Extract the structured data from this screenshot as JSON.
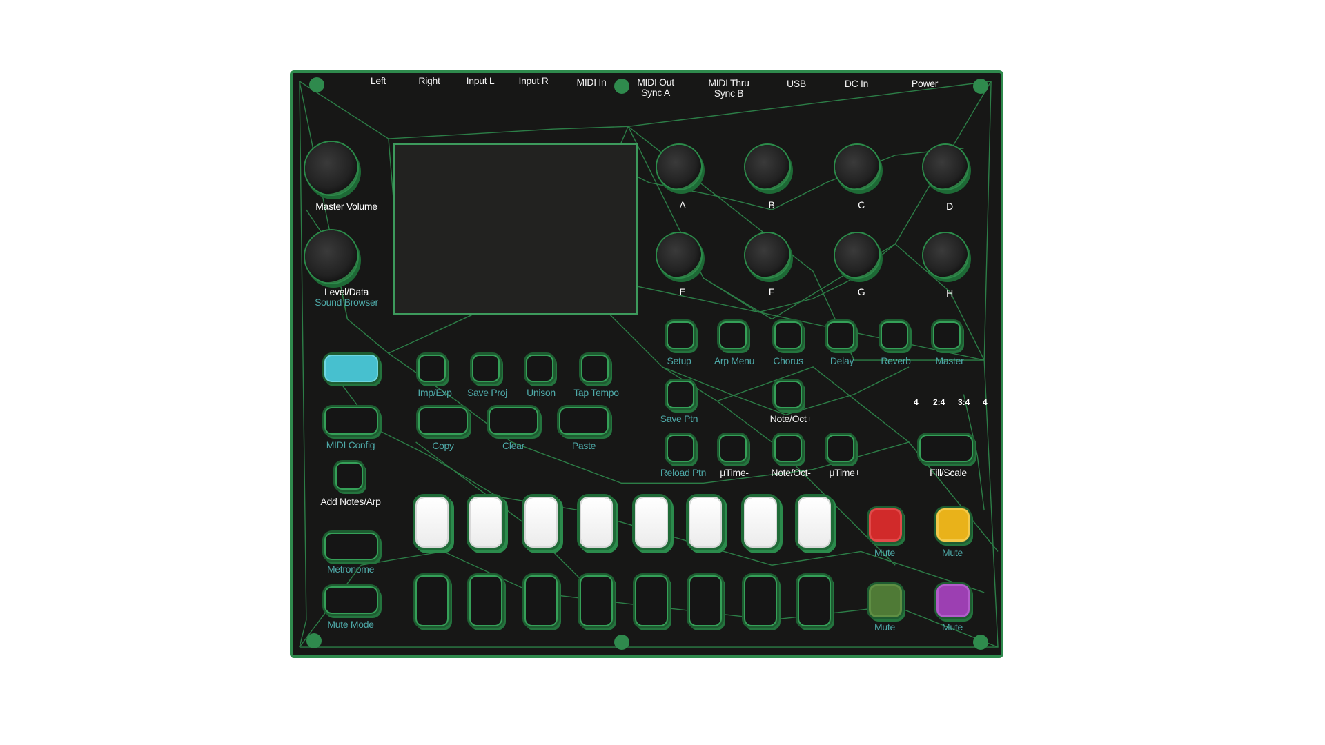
{
  "device": {
    "top_labels": [
      "Left",
      "Right",
      "Input L",
      "Input R",
      "MIDI In",
      "MIDI Out",
      "MIDI Thru",
      "USB",
      "DC In",
      "Power"
    ],
    "top_sublabels": {
      "midi_out": "Sync A",
      "midi_thru": "Sync B"
    },
    "knob_master": "Master Volume",
    "knob_level": "Level/Data",
    "knob_level_sub": "Sound Browser",
    "param_knobs": [
      "A",
      "B",
      "C",
      "D",
      "E",
      "F",
      "G",
      "H"
    ],
    "fx_buttons": [
      "Setup",
      "Arp Menu",
      "Chorus",
      "Delay",
      "Reverb",
      "Master"
    ],
    "row_buttons": [
      "Imp/Exp",
      "Save Proj",
      "Unison",
      "Tap Tempo"
    ],
    "edit_buttons": [
      "Copy",
      "Clear",
      "Paste"
    ],
    "left_buttons": [
      "MIDI Config",
      "Add Notes/Arp",
      "Metronome",
      "Mute Mode"
    ],
    "pattern_buttons": [
      "Save Ptn",
      "Note/Oct+",
      "Reload Ptn",
      "μTime-",
      "Note/Oct-",
      "μTime+"
    ],
    "fill_button": "Fill/Scale",
    "time_signatures": [
      "4",
      "2:4",
      "3:4",
      "4"
    ],
    "mute_buttons": [
      "Mute",
      "Mute",
      "Mute",
      "Mute"
    ],
    "colors": {
      "panel": "#171716",
      "trace": "#2f8a4d",
      "cyan": "#47c0cf",
      "red": "#d12a2a",
      "yellow": "#e9b21a",
      "olive": "#4f7a36",
      "purple": "#9c3fb2"
    }
  }
}
